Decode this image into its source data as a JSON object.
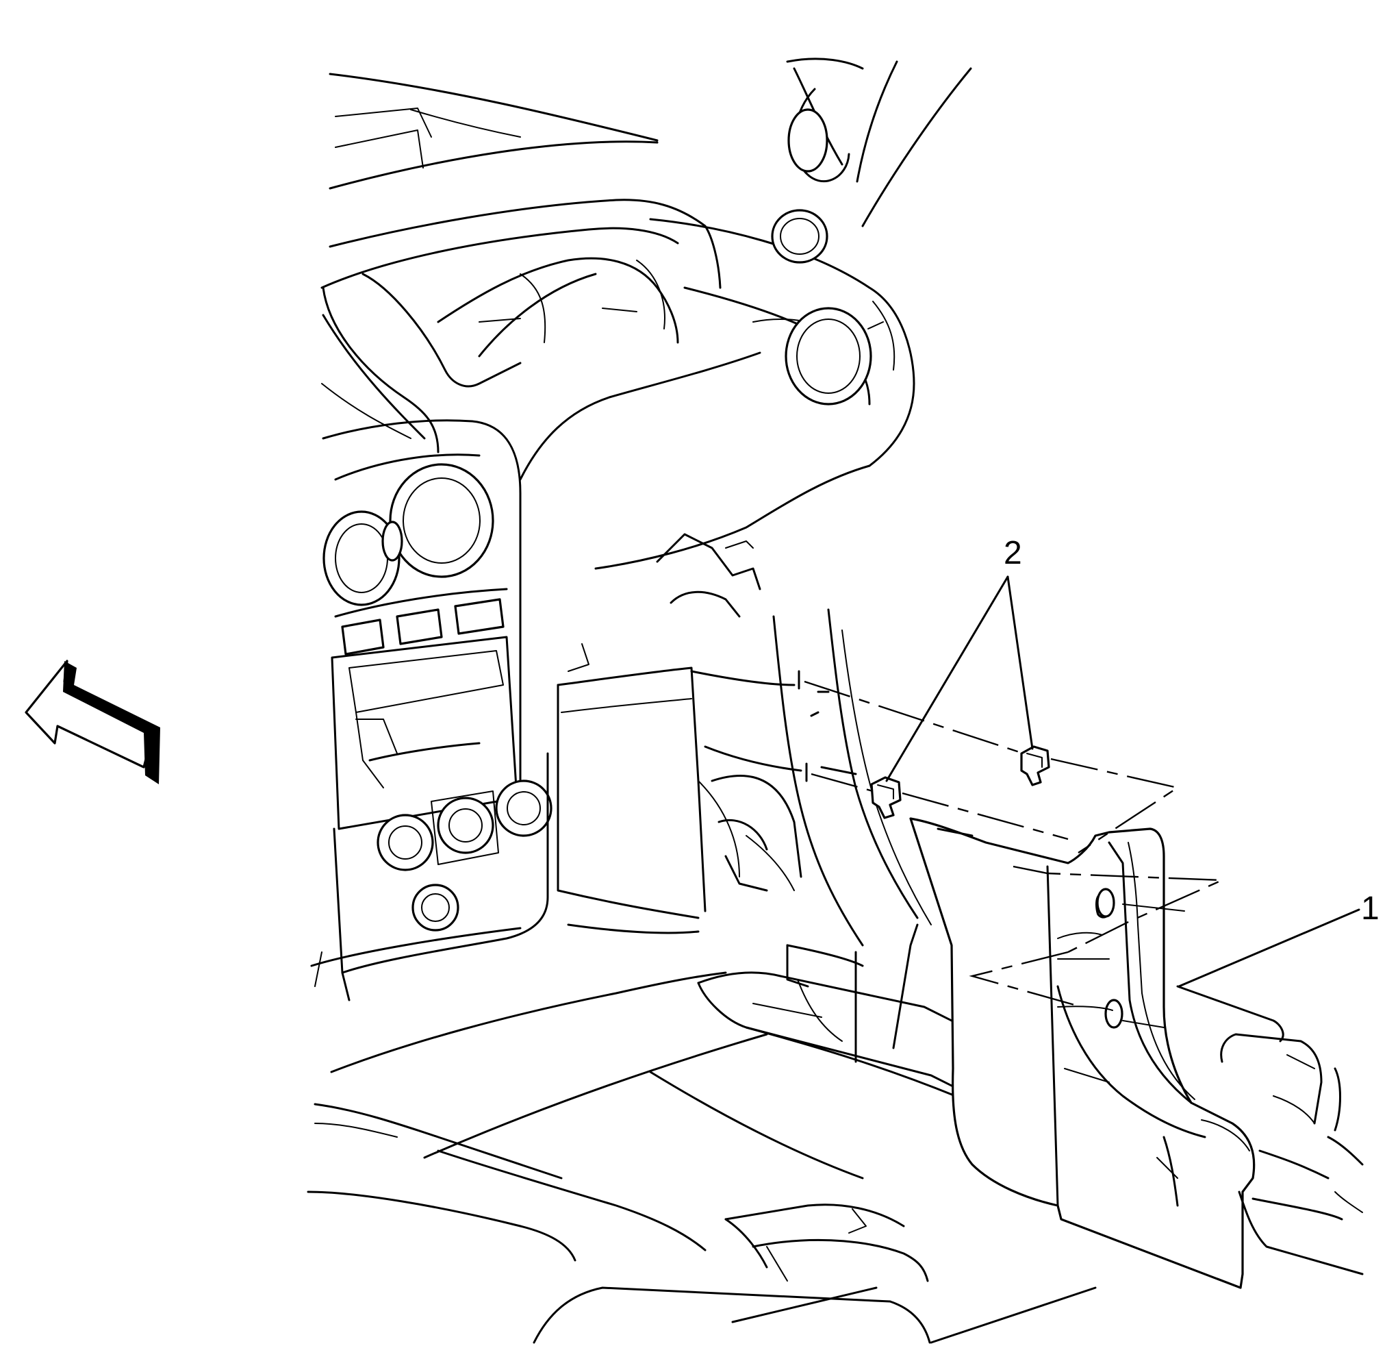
{
  "callouts": [
    {
      "id": "1",
      "label": "1"
    },
    {
      "id": "2",
      "label": "2"
    }
  ],
  "icons": {
    "direction_arrow": "front-of-vehicle-arrow-icon"
  },
  "colors": {
    "line": "#000000",
    "background": "#ffffff"
  }
}
